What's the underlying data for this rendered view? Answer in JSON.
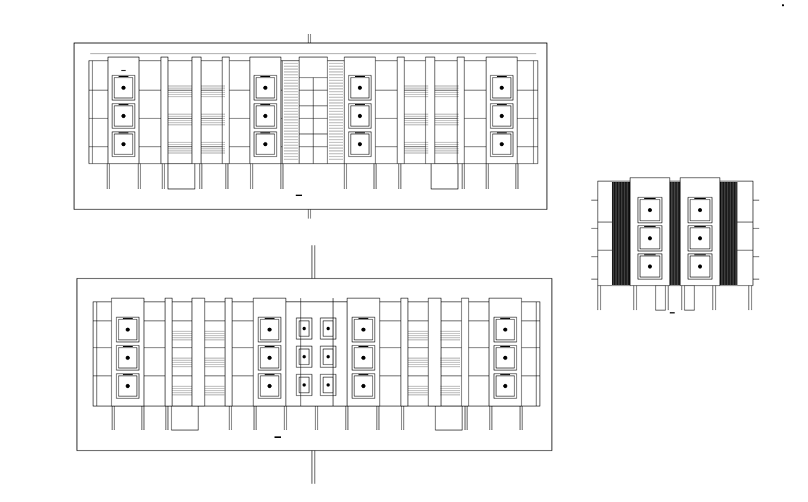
{
  "title": "",
  "palette": {
    "line": "#000000",
    "background": "#ffffff"
  },
  "views": [
    {
      "id": "front-elevation",
      "bays": 4
    },
    {
      "id": "rear-elevation",
      "bays": 4
    },
    {
      "id": "side-elevation",
      "bays": 2
    }
  ],
  "floor_levels": 3
}
